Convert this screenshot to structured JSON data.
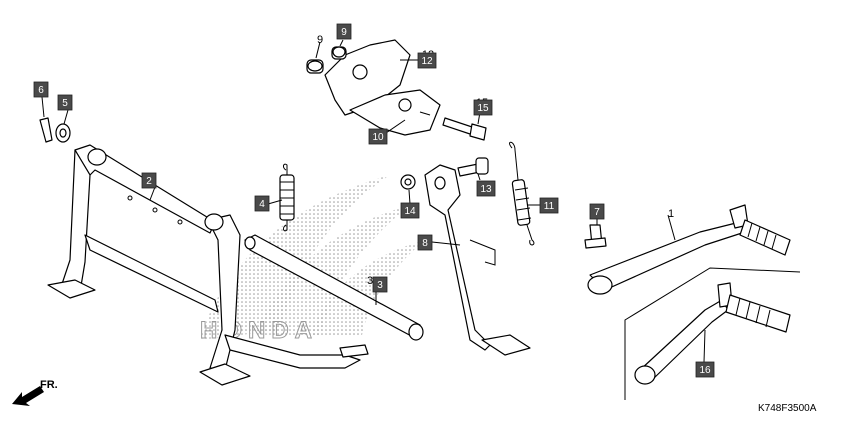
{
  "callouts": {
    "c1": "1",
    "c2": "2",
    "c3": "3",
    "c3_top": "3",
    "c4": "4",
    "c5": "5",
    "c6": "6",
    "c7": "7",
    "c8": "8",
    "c9a": "9",
    "c9b": "9",
    "c10": "10",
    "c11": "11",
    "c12": "12",
    "c12_top": "12",
    "c13": "13",
    "c14": "14",
    "c15": "15",
    "c15_top": "15",
    "c16": "16"
  },
  "watermark_text": "HONDA",
  "direction_label": "FR.",
  "diagram_code": "K748F3500A",
  "colors": {
    "label_fill": "#4a4a4a",
    "line": "#000000",
    "watermark": "#9a9a9a"
  }
}
